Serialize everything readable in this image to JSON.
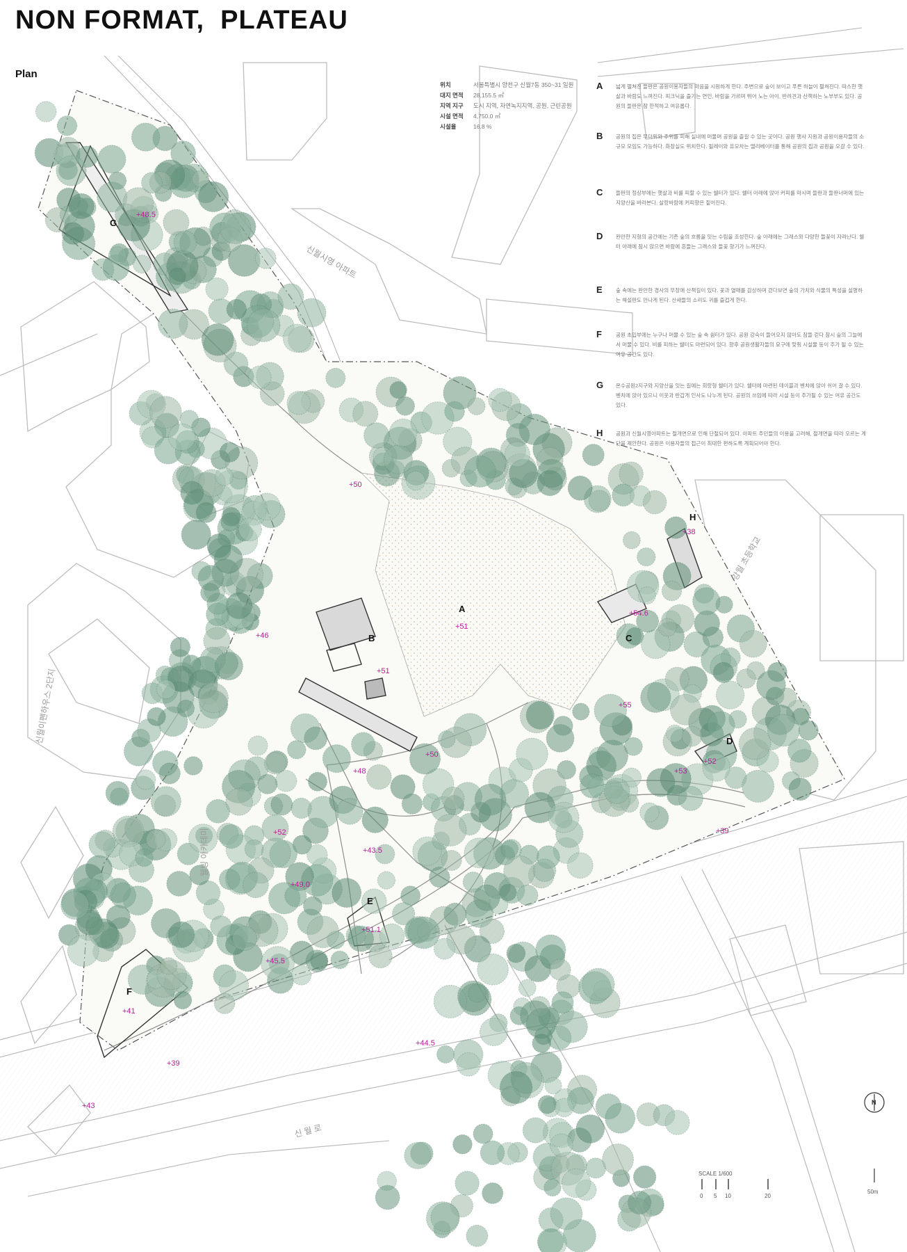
{
  "header": {
    "title": "NON FORMAT,  PLATEAU",
    "subtitle": "Plan"
  },
  "site_info": [
    {
      "key": "위치",
      "value": "서울특별시 양천구 신월7동 350~31 일원"
    },
    {
      "key": "대지 면적",
      "value": "28,155.5 ㎡"
    },
    {
      "key": "지역 지구",
      "value": "도시 지역, 자연녹지지역, 공원, 근린공원"
    },
    {
      "key": "시설 면적",
      "value": "4,750.0 ㎡"
    },
    {
      "key": "시설율",
      "value": "16.8 %"
    }
  ],
  "descriptions": [
    {
      "letter": "A",
      "text": "넓게 펼쳐진 들판은 공원이용자들의 마음을 시원하게 한다. 주변으로 숲이 보이고 푸른 하늘이 펼쳐진다. 따스한 햇살과 바람도 느껴진다. 피크닉을 즐기는 연인, 바람을 가르며 뛰어 노는 아이, 반려견과 산책하는 노부부도 있다. 공원의 들판은 참 한적하고 여유롭다."
    },
    {
      "letter": "B",
      "text": "공원의 집은 무더위와 추위를 피해 실내에 머물며 공원을 즐길 수 있는 곳이다. 공원 행사 지원과 공원이용자들의 소규모 모임도 가능하다. 화장실도 위치한다. 될레이와 유모차는 엘리베이터를 통해 공원의 집과 공원을 오갈 수 있다."
    },
    {
      "letter": "C",
      "text": "들판의 정상부에는 햇살과 비를 피할 수 있는 쉘터가 있다. 쉘터 아래에 앉아 커피를 마시며 들판과 들판너머에 있는 지양산을 바라본다. 살랑바람에 커피향은 짙어진다."
    },
    {
      "letter": "D",
      "text": "완만한 지형의 공간에는 기존 숲의 흐름을 잇는 수림을 조성한다. 숲 아래에는 그래스와 다양한 들꽃이 자라난다. 쉘터 아래에 잠시 앉으면 바람에 흔들는 그래스와 들꽃 향기가 느껴진다."
    },
    {
      "letter": "E",
      "text": "숲 속에는 완만한 경사의 무장애 산책길이 있다. 꽃과 열매를 감상하며 걷다보면 숲의 가치와 식물의 특성을 설명하는 해설판도 만나게 된다. 산새들의 소리도 귀를 즐겁게 한다."
    },
    {
      "letter": "F",
      "text": "공원 초입부에는 누구나 머물 수 있는 숲 속 쉼터가 있다. 공원 강숙이 들어오지 않아도 잠들 걷다 잠시 숲의 그늘에서 머물 수 있다. 비를 피하는 쉘터도 마련되어 있다. 향후 공원생활자들의 요구에 맞춰 시설물 등이 추가 될 수 있는 여유 공간도 있다."
    },
    {
      "letter": "G",
      "text": "온수공원2지구와 지양산을 잇는 길에는 회랑형 쉘터가 있다. 쉘터에 마련된 테이블과 벤치에 앉아 쉬어 갈 수 있다. 벤치에 앉아 있으니 이웃과 반갑게 인사도 나누게 된다. 공원의 쓰임에 따라 시설 등이 추가될 수 있는 여유 공간도 있다."
    },
    {
      "letter": "H",
      "text": "공원과 신월시영아파트는 절개면으로 인해 단절되어 있다. 아파트 주민들의 이용을 고려해, 절개면을 따라 오르는 계단을 제안한다. 공원은 이용자들의 접근이 최대한 편하도록 계획되어야 한다."
    }
  ],
  "map_labels": {
    "zones": [
      {
        "letter": "A",
        "elev": "+51"
      },
      {
        "letter": "B",
        "elev": "+51"
      },
      {
        "letter": "C",
        "elev": "+54.6"
      },
      {
        "letter": "D",
        "elev": "+52"
      },
      {
        "letter": "E",
        "elev": "+51.1"
      },
      {
        "letter": "F",
        "elev": "+41"
      },
      {
        "letter": "G",
        "elev": "+48.5"
      },
      {
        "letter": "H",
        "elev": "+38"
      }
    ],
    "elevations": [
      "+50",
      "+46",
      "+55",
      "+50",
      "+48",
      "+53",
      "+52",
      "+43.5",
      "+49.0",
      "+45.5",
      "+44.5",
      "+39",
      "+43",
      "+39"
    ],
    "places": [
      "신월시영 아파트",
      "강월 초등학교",
      "신월이펜하우스 2단지",
      "웰빙 아카데미",
      "신 월 로"
    ]
  },
  "scale": {
    "label": "SCALE 1/600",
    "ticks": [
      "0",
      "5",
      "10",
      "20"
    ],
    "north": "N",
    "north_dist": "50m"
  },
  "colors": {
    "elevation": "#c0189a",
    "tree": "#6f9c88",
    "tree_dark": "#3f6e5a",
    "line": "#9a9a9a"
  }
}
